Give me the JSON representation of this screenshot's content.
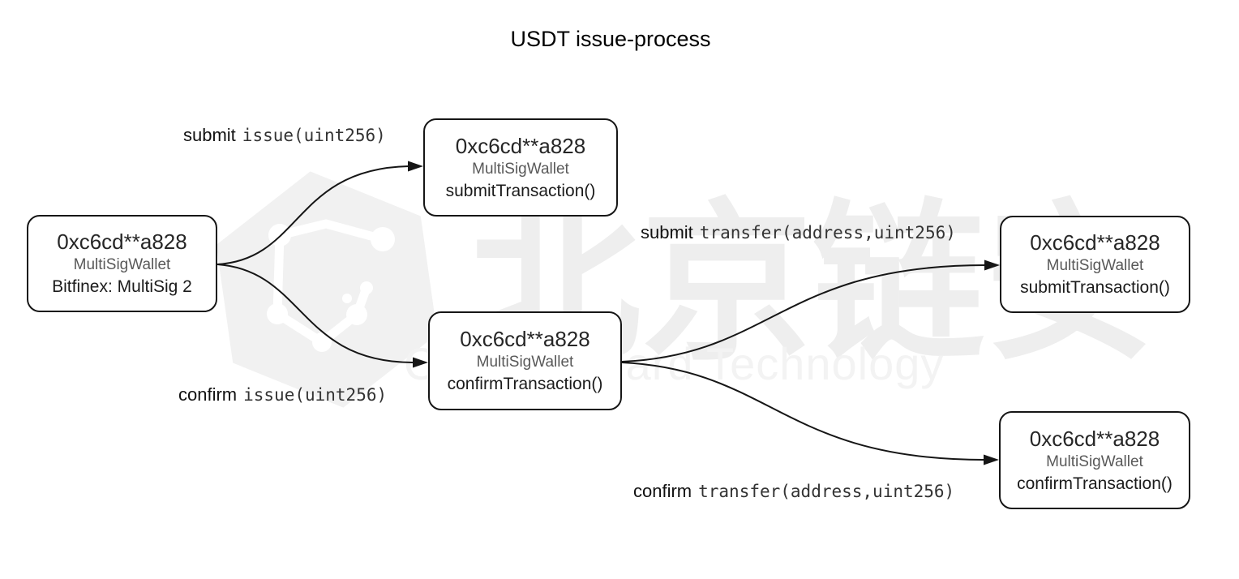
{
  "diagram": {
    "title": "USDT issue-process",
    "nodes": [
      {
        "id": "wallet",
        "address": "0xc6cd**a828",
        "contract": "MultiSigWallet",
        "detail": "Bitfinex: MultiSig 2"
      },
      {
        "id": "submit-issue",
        "address": "0xc6cd**a828",
        "contract": "MultiSigWallet",
        "detail": "submitTransaction()"
      },
      {
        "id": "confirm-issue",
        "address": "0xc6cd**a828",
        "contract": "MultiSigWallet",
        "detail": "confirmTransaction()"
      },
      {
        "id": "submit-transfer",
        "address": "0xc6cd**a828",
        "contract": "MultiSigWallet",
        "detail": "submitTransaction()"
      },
      {
        "id": "confirm-transfer",
        "address": "0xc6cd**a828",
        "contract": "MultiSigWallet",
        "detail": "confirmTransaction()"
      }
    ],
    "edges": [
      {
        "from": "wallet",
        "to": "submit-issue",
        "action": "submit",
        "call": "issue(uint256)"
      },
      {
        "from": "wallet",
        "to": "confirm-issue",
        "action": "confirm",
        "call": "issue(uint256)"
      },
      {
        "from": "confirm-issue",
        "to": "submit-transfer",
        "action": "submit",
        "call": "transfer(address,uint256)"
      },
      {
        "from": "confirm-issue",
        "to": "confirm-transfer",
        "action": "confirm",
        "call": "transfer(address,uint256)"
      }
    ],
    "watermark": {
      "logo": "hexagon-network-logo",
      "cjk_chars": [
        "北",
        "京",
        "链",
        "安"
      ],
      "en": "Chains Guard Technology"
    },
    "colors": {
      "background": "#ffffff",
      "edge_stroke": "#161616",
      "node_border": "#161616",
      "address_text": "#262626",
      "contract_text": "#595959",
      "detail_text": "#1b1b1b",
      "label_text": "#111111",
      "label_mono_text": "#333333",
      "watermark_hexagon": "#f1f1f1",
      "watermark_cjk": "#eeeeee",
      "watermark_en": "#f3f3f3"
    }
  }
}
